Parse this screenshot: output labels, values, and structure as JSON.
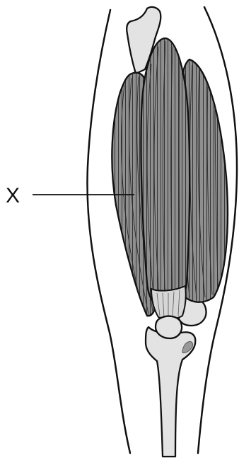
{
  "diagram": {
    "labels": [
      {
        "id": "x",
        "text": "X"
      }
    ],
    "colors": {
      "background": "#ffffff",
      "outline": "#111111",
      "muscle_fill": "#8f8f8f",
      "muscle_fibres": "#2a2a2a",
      "bone_fill": "#e3e3e3",
      "tendon_fill": "#d6d6d6"
    },
    "icons": [
      "thigh-outline",
      "femur-bone",
      "quadriceps-muscles",
      "patella-bone",
      "tibia-bone"
    ]
  }
}
